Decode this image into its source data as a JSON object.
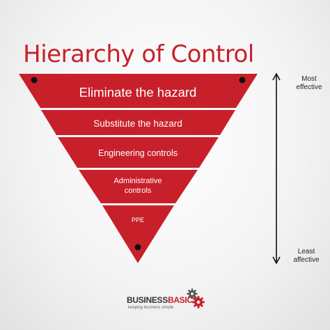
{
  "title": "Hierarchy of Control",
  "levels": [
    {
      "label": "Eliminate the hazard"
    },
    {
      "label": "Substitute the hazard"
    },
    {
      "label": "Engineering controls"
    },
    {
      "label_line1": "Administrative",
      "label_line2": "controls"
    },
    {
      "label": "PPE"
    }
  ],
  "scale": {
    "top_line1": "Most",
    "top_line2": "effective",
    "bottom_line1": "Least",
    "bottom_line2": "affective"
  },
  "brand": {
    "name_part1": "BUSINESS",
    "name_part2": "BASICS",
    "tagline": "keeping business simple"
  },
  "colors": {
    "title": "#c8202a",
    "pyramid": "#c8202a",
    "brand_accent": "#c8202a"
  },
  "icons": [
    "gear-icon",
    "double-arrow-icon"
  ]
}
